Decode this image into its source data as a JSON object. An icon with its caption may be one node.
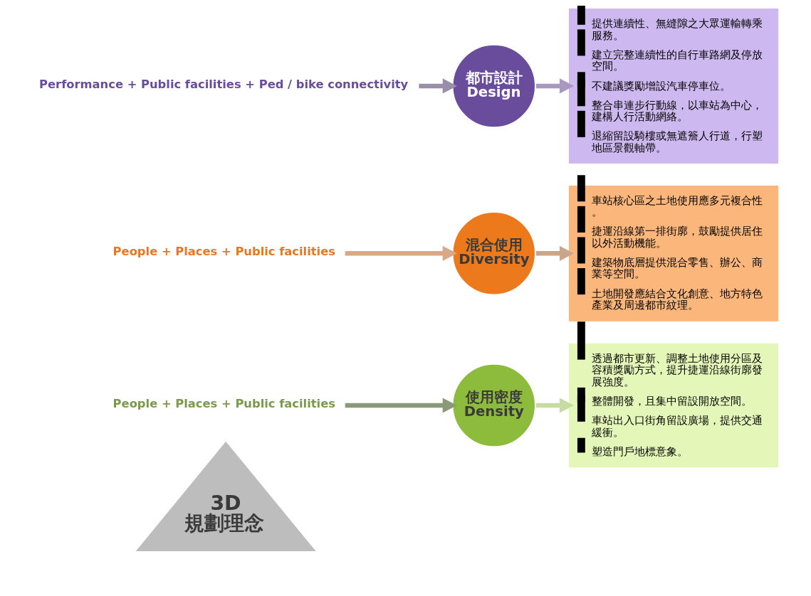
{
  "diagram": {
    "nodes": [
      {
        "text": [
          "3D",
          "規劃理念"
        ]
      },
      {
        "text": [
          "使用密度",
          "Density"
        ]
      },
      {
        "text": [
          "混合使用",
          "Diversity"
        ]
      },
      {
        "text": [
          "都市設計",
          "Design"
        ]
      },
      {
        "text": [
          "People + Places + Public facilities"
        ]
      },
      {
        "text": [
          "透過都市更新、調整土地使用分區及容積獎勵方式，提升捷運沿線街廓發展強度。",
          "整體開發，且集中留設開放空間。",
          "車站出入口街角留設廣場，提供交通緩衝。",
          "塑造門戶地標意象。"
        ]
      },
      {
        "text": [
          "People + Places + Public facilities"
        ]
      },
      {
        "text": [
          "車站核心區之土地使用應多元複合性。",
          "捷運沿線第一排街廓，鼓勵提供居住以外活動機能。",
          "建築物底層提供混合零售、辦公、商業等空間。",
          "土地開發應結合文化創意、地方特色產業及周邊都市紋理。"
        ]
      },
      {
        "text": [
          "Performance + Public facilities + Ped / bike connectivity"
        ]
      },
      {
        "text": [
          "提供連續性、無縫隙之大眾運輸轉乘服務。",
          "建立完整連續性的自行車路網及停放空間。",
          "不建議獎勵增設汽車停車位。",
          "整合串連步行動線，以車站為中心，建構人行活動網絡。",
          "退縮留設騎樓或無遮簷人行道，行塑地區景觀軸帶。"
        ]
      }
    ],
    "edges": [
      {
        "from": 4,
        "to": 1,
        "arrow": "to",
        "color": "#8a9a78"
      },
      {
        "from": 1,
        "to": 5,
        "arrow": "to",
        "color": "#c6dca4"
      },
      {
        "from": 6,
        "to": 2,
        "arrow": "to",
        "color": "#d7a98a"
      },
      {
        "from": 2,
        "to": 7,
        "arrow": "to",
        "color": "#c9a58a"
      },
      {
        "from": 8,
        "to": 3,
        "arrow": "to",
        "color": "#9a8fa8"
      },
      {
        "from": 3,
        "to": 9,
        "arrow": "to",
        "color": "#a898c0"
      }
    ]
  }
}
